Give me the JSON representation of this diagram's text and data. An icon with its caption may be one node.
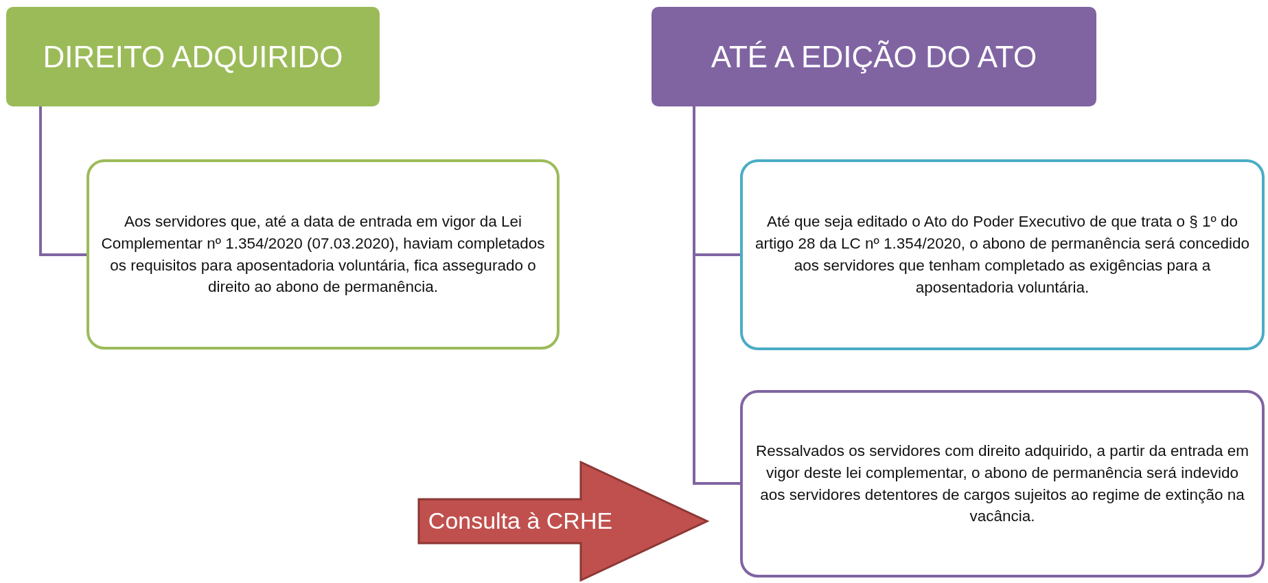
{
  "diagram": {
    "nodes": [
      {
        "text": [
          "DIREITO ADQUIRIDO"
        ]
      },
      {
        "text": [
          "ATÉ A EDIÇÃO DO ATO"
        ]
      },
      {
        "text": [
          "Aos servidores que, até a data de entrada em vigor da Lei Complementar nº 1.354/2020 (07.03.2020), haviam completados os requisitos para aposentadoria voluntária, fica assegurado o direito ao abono de permanência."
        ]
      },
      {
        "text": [
          "Até que seja editado o Ato do Poder Executivo de que trata o § 1º do artigo 28 da LC nº 1.354/2020, o abono de permanência será concedido aos servidores que tenham completado as exigências para a aposentadoria voluntária."
        ]
      },
      {
        "text": [
          "Ressalvados os servidores com direito adquirido, a partir da entrada em vigor deste lei complementar, o abono de permanência será indevido aos servidores detentores de cargos sujeitos ao regime de extinção na vacância."
        ]
      },
      {
        "text": [
          "Consulta à CRHE"
        ]
      }
    ],
    "edges": [
      {
        "from": 0,
        "to": 2,
        "arrow": "none"
      },
      {
        "from": 1,
        "to": 3,
        "arrow": "none"
      },
      {
        "from": 1,
        "to": 4,
        "arrow": "none"
      }
    ]
  }
}
